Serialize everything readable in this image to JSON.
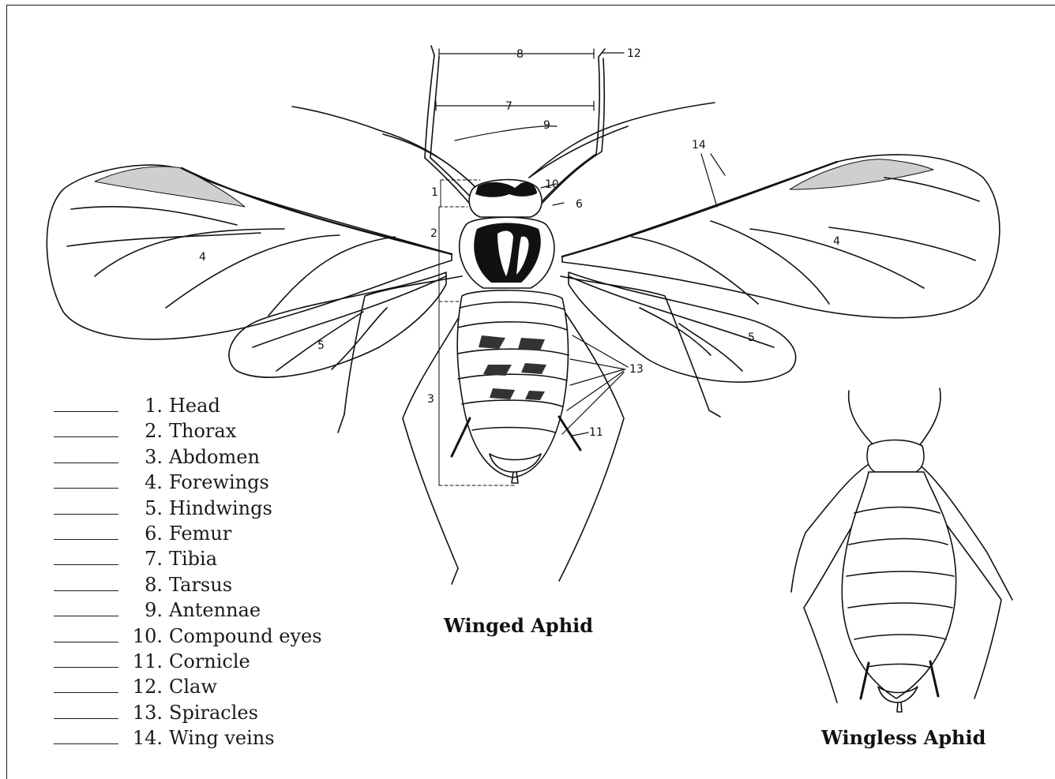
{
  "key": [
    {
      "num": "1.",
      "label": "Head"
    },
    {
      "num": "2.",
      "label": "Thorax"
    },
    {
      "num": "3.",
      "label": "Abdomen"
    },
    {
      "num": "4.",
      "label": "Forewings"
    },
    {
      "num": "5.",
      "label": "Hindwings"
    },
    {
      "num": "6.",
      "label": "Femur"
    },
    {
      "num": "7.",
      "label": "Tibia"
    },
    {
      "num": "8.",
      "label": "Tarsus"
    },
    {
      "num": "9.",
      "label": "Antennae"
    },
    {
      "num": "10.",
      "label": "Compound eyes"
    },
    {
      "num": "11.",
      "label": "Cornicle"
    },
    {
      "num": "12.",
      "label": "Claw"
    },
    {
      "num": "13.",
      "label": "Spiracles"
    },
    {
      "num": "14.",
      "label": "Wing veins"
    }
  ],
  "callouts": {
    "n1": "1",
    "n2": "2",
    "n3": "3",
    "n4_left": "4",
    "n4_right": "4",
    "n5_left": "5",
    "n5_right": "5",
    "n6": "6",
    "n7": "7",
    "n8": "8",
    "n9": "9",
    "n10": "10",
    "n11": "11",
    "n12": "12",
    "n13": "13",
    "n14": "14"
  },
  "captions": {
    "winged": "Winged Aphid",
    "wingless": "Wingless Aphid"
  }
}
